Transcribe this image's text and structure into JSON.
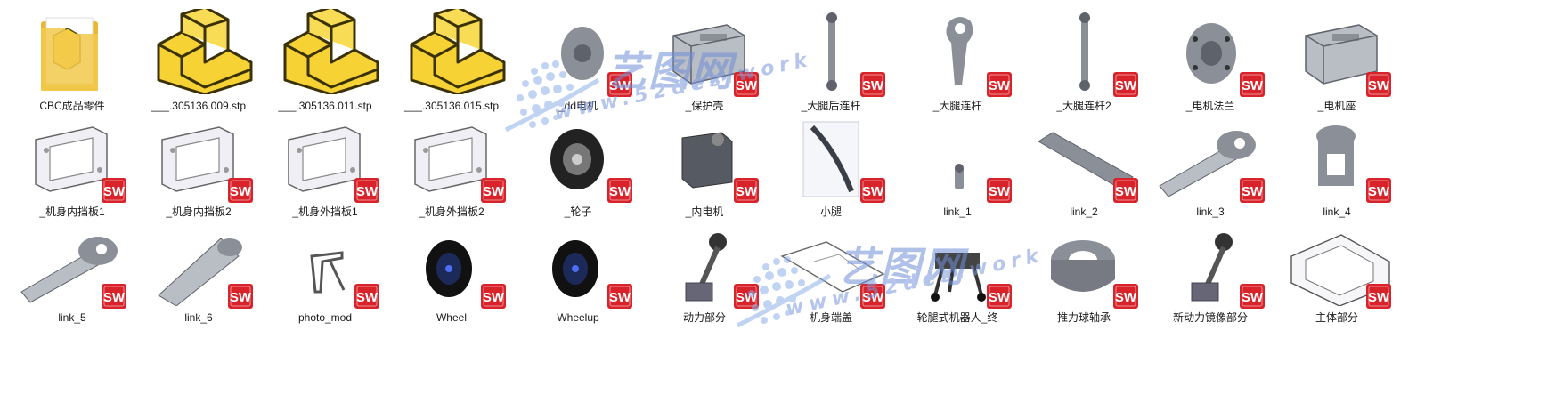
{
  "files": [
    {
      "label": "CBC成品零件",
      "icon": "folder-icon",
      "badge": false
    },
    {
      "label": "___.305136.009.stp",
      "icon": "step-part-icon",
      "badge": false
    },
    {
      "label": "___.305136.011.stp",
      "icon": "step-part-icon",
      "badge": false
    },
    {
      "label": "___.305136.015.stp",
      "icon": "step-part-icon",
      "badge": false
    },
    {
      "label": "_dd电机",
      "icon": "motor-icon",
      "badge": true
    },
    {
      "label": "_保护壳",
      "icon": "housing-icon",
      "badge": true
    },
    {
      "label": "_大腿后连杆",
      "icon": "rod-icon",
      "badge": true
    },
    {
      "label": "_大腿连杆",
      "icon": "lever-icon",
      "badge": true
    },
    {
      "label": "_大腿连杆2",
      "icon": "rod-icon",
      "badge": true
    },
    {
      "label": "_电机法兰",
      "icon": "flange-icon",
      "badge": true
    },
    {
      "label": "_电机座",
      "icon": "housing-icon",
      "badge": true
    },
    {
      "label": "_机身内挡板1",
      "icon": "plate-icon",
      "badge": true
    },
    {
      "label": "_机身内挡板2",
      "icon": "plate-icon",
      "badge": true
    },
    {
      "label": "_机身外挡板1",
      "icon": "plate-icon",
      "badge": true
    },
    {
      "label": "_机身外挡板2",
      "icon": "plate-icon",
      "badge": true
    },
    {
      "label": "_轮子",
      "icon": "tire-icon",
      "badge": true
    },
    {
      "label": "_内电机",
      "icon": "servo-icon",
      "badge": true
    },
    {
      "label": "小腿",
      "icon": "curved-leg-icon",
      "badge": true
    },
    {
      "label": "link_1",
      "icon": "small-pin-icon",
      "badge": true
    },
    {
      "label": "link_2",
      "icon": "long-bar-icon",
      "badge": true
    },
    {
      "label": "link_3",
      "icon": "shaft-joint-icon",
      "badge": true
    },
    {
      "label": "link_4",
      "icon": "clevis-icon",
      "badge": true
    },
    {
      "label": "link_5",
      "icon": "shaft-joint-icon",
      "badge": true
    },
    {
      "label": "link_6",
      "icon": "cylinder-icon",
      "badge": true
    },
    {
      "label": "photo_mod",
      "icon": "bracket-icon",
      "badge": true
    },
    {
      "label": "Wheel",
      "icon": "wheel-icon",
      "badge": true
    },
    {
      "label": "Wheelup",
      "icon": "wheel-icon",
      "badge": true
    },
    {
      "label": "动力部分",
      "icon": "assembly-icon",
      "badge": true
    },
    {
      "label": "机身端盖",
      "icon": "flat-plate-icon",
      "badge": true
    },
    {
      "label": "轮腿式机器人_终",
      "icon": "robot-icon",
      "badge": true
    },
    {
      "label": "推力球轴承",
      "icon": "bearing-icon",
      "badge": true
    },
    {
      "label": "新动力镜像部分",
      "icon": "assembly-icon",
      "badge": true
    },
    {
      "label": "主体部分",
      "icon": "frame-icon",
      "badge": true
    }
  ],
  "watermark": {
    "title": "艺图网",
    "subtitle": "www.52des.work"
  },
  "colors": {
    "folder": "#f2c94c",
    "step_part": "#f6d235",
    "sw_red": "#d8232a",
    "part_gray": "#8a8f98",
    "watermark": "#6f8fd8"
  }
}
